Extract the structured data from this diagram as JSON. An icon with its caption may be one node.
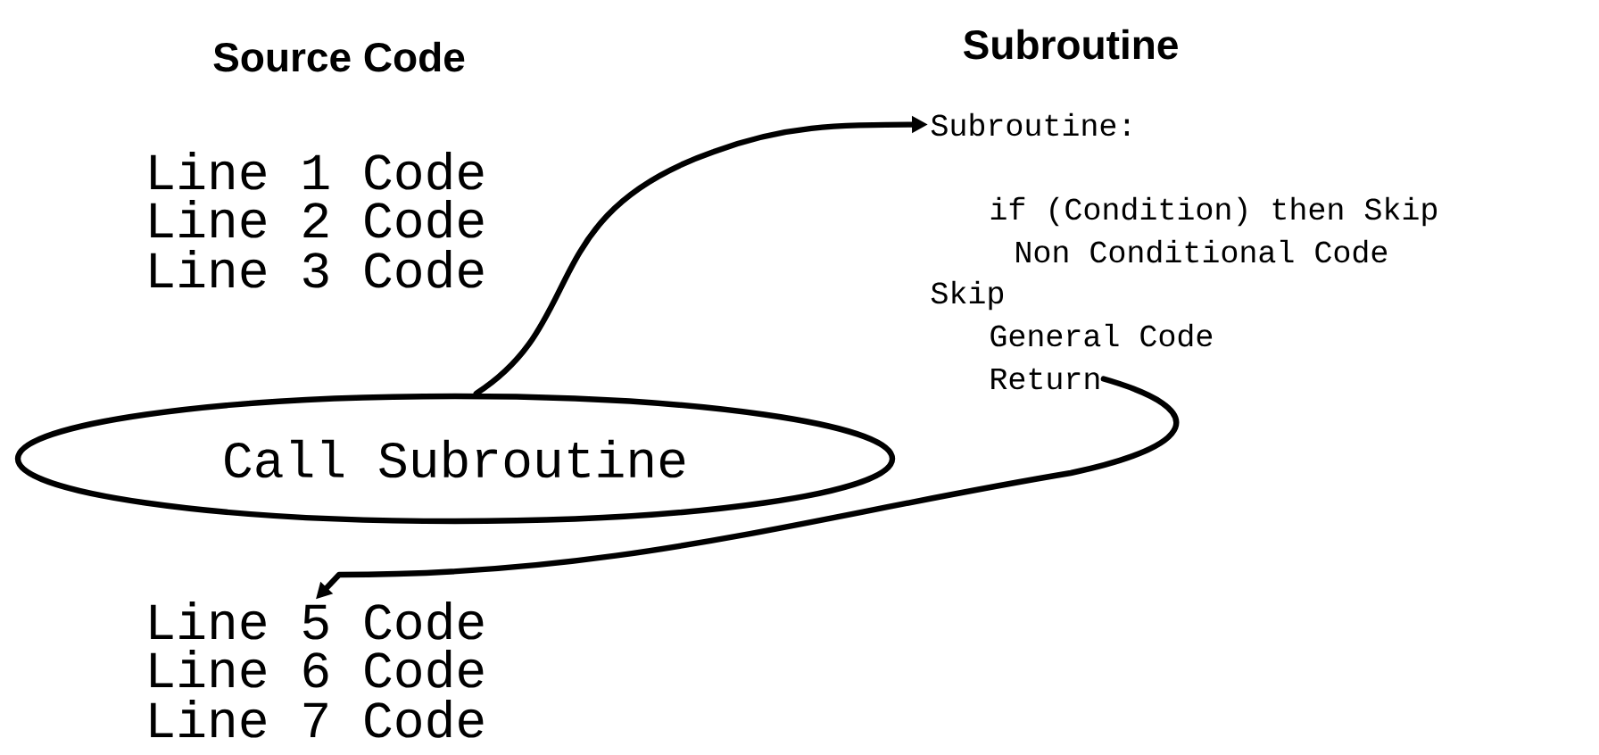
{
  "diagram": {
    "nodes": [
      {
        "text": [
          "Call Subroutine"
        ]
      },
      {
        "text": [
          "Subroutine:"
        ]
      },
      {
        "text": [
          "Return"
        ]
      },
      {
        "text": [
          "Line 5 Code"
        ]
      }
    ],
    "edges": [
      {
        "from": 0,
        "to": 1,
        "arrow": "to"
      },
      {
        "from": 2,
        "to": 3,
        "arrow": "to"
      }
    ],
    "labels": [
      "Source Code",
      "Subroutine",
      "Line 1 Code",
      "Line 2 Code",
      "Line 3 Code",
      "if (Condition) then Skip",
      "Non Conditional Code",
      "Skip",
      "General Code",
      "Line 6 Code",
      "Line 7 Code"
    ]
  }
}
